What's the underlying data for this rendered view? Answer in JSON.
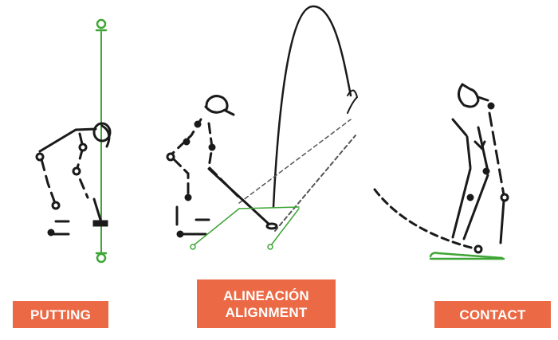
{
  "colors": {
    "label_bg": "#EB6A45",
    "label_text": "#FFFFFF",
    "line": "#1A1A1A",
    "green": "#3EA535"
  },
  "labels": {
    "putting": "PUTTING",
    "alignment_es": "ALINEACIÓN",
    "alignment_en": "ALIGNMENT",
    "contact": "CONTACT"
  }
}
